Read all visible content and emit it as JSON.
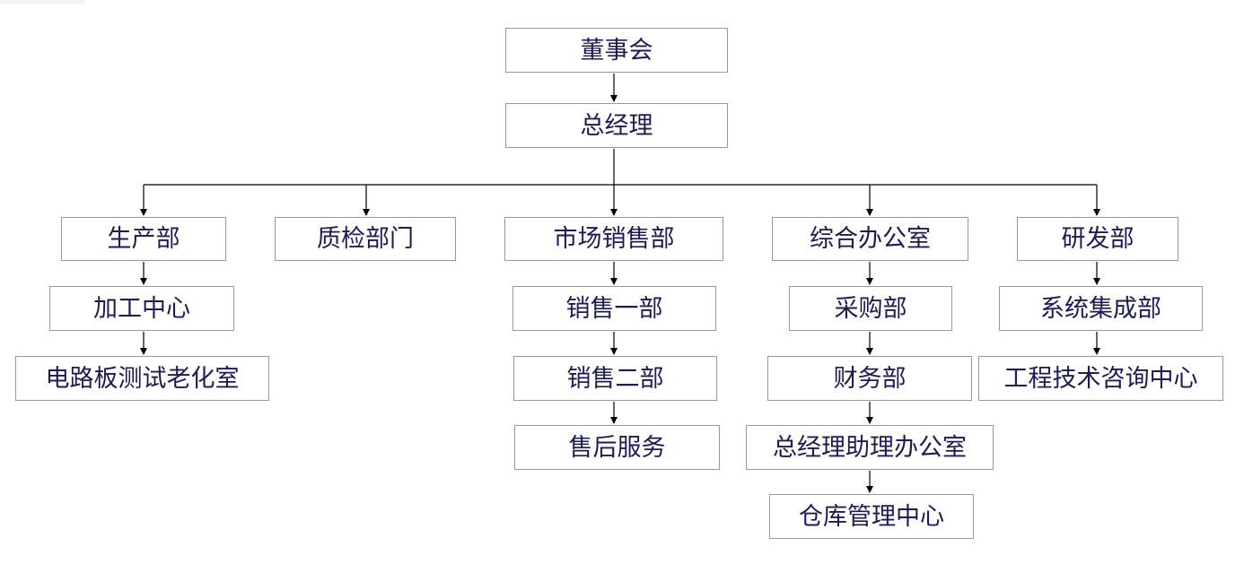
{
  "org_chart": {
    "board": "董事会",
    "general_manager": "总经理",
    "departments": [
      {
        "name": "生产部",
        "children": [
          "加工中心",
          "电路板测试老化室"
        ]
      },
      {
        "name": "质检部门",
        "children": []
      },
      {
        "name": "市场销售部",
        "children": [
          "销售一部",
          "销售二部",
          "售后服务"
        ]
      },
      {
        "name": "综合办公室",
        "children": [
          "采购部",
          "财务部",
          "总经理助理办公室",
          "仓库管理中心"
        ]
      },
      {
        "name": "研发部",
        "children": [
          "系统集成部",
          "工程技术咨询中心"
        ]
      }
    ]
  },
  "colors": {
    "text": "#1c1c52",
    "box_border": "#9a9a9a",
    "connector": "#000000",
    "background": "#ffffff"
  }
}
